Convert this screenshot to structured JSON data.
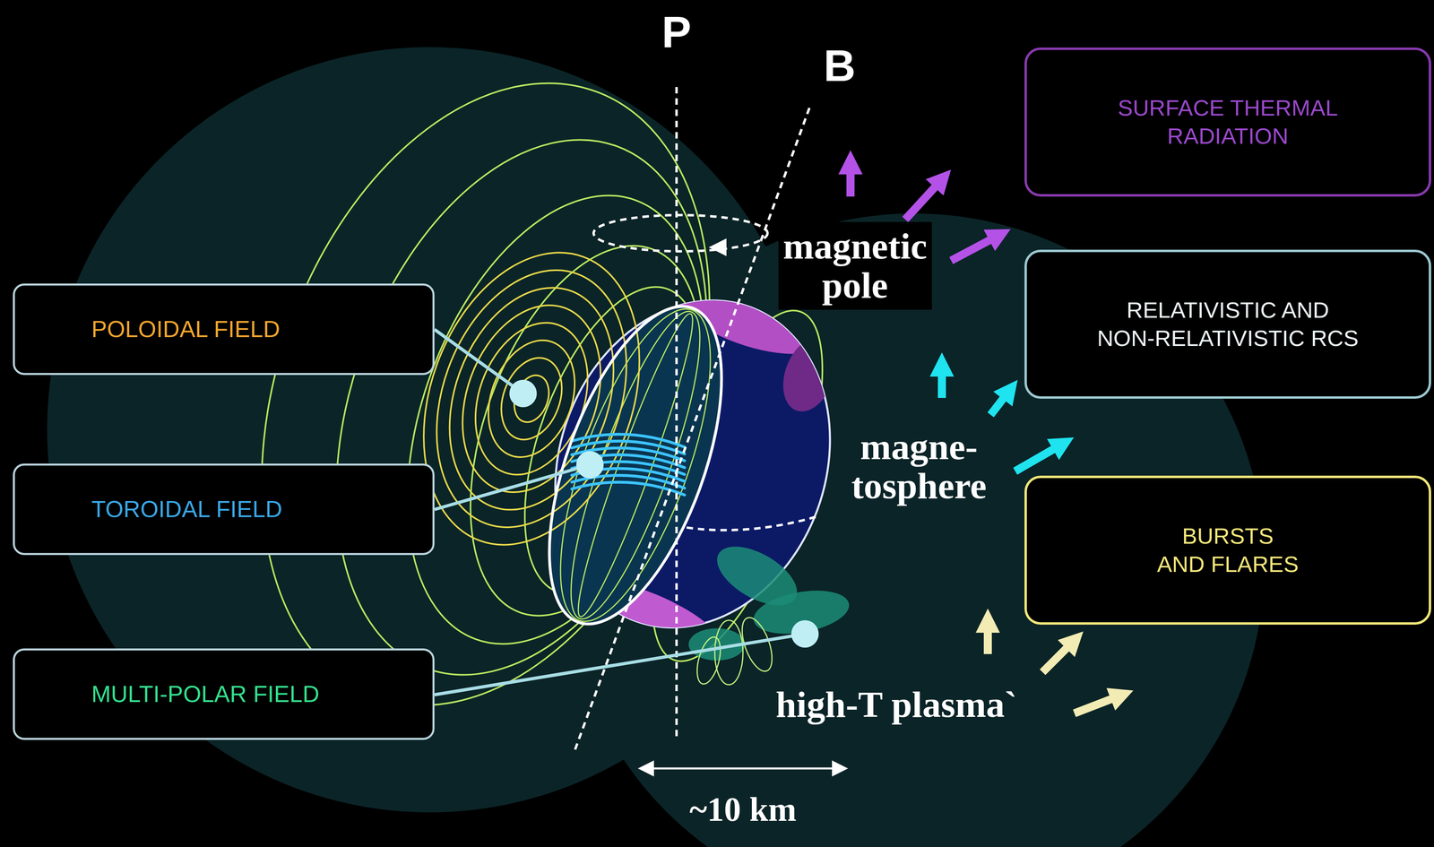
{
  "diagram": {
    "nodes": [
      {
        "text": [
          "POLOIDAL FIELD"
        ]
      },
      {
        "text": [
          "TOROIDAL FIELD"
        ]
      },
      {
        "text": [
          "MULTI-POLAR FIELD"
        ]
      },
      {
        "text": [
          "SURFACE THERMAL RADIATION"
        ]
      },
      {
        "text": [
          "RELATIVISTIC AND NON-RELATIVISTIC RCS"
        ]
      },
      {
        "text": [
          "BURSTS AND FLARES"
        ]
      }
    ],
    "labels": [
      "P",
      "B",
      "magnetic pole",
      "magne- tosphere",
      "high-T plasma`",
      "~10 km"
    ]
  }
}
